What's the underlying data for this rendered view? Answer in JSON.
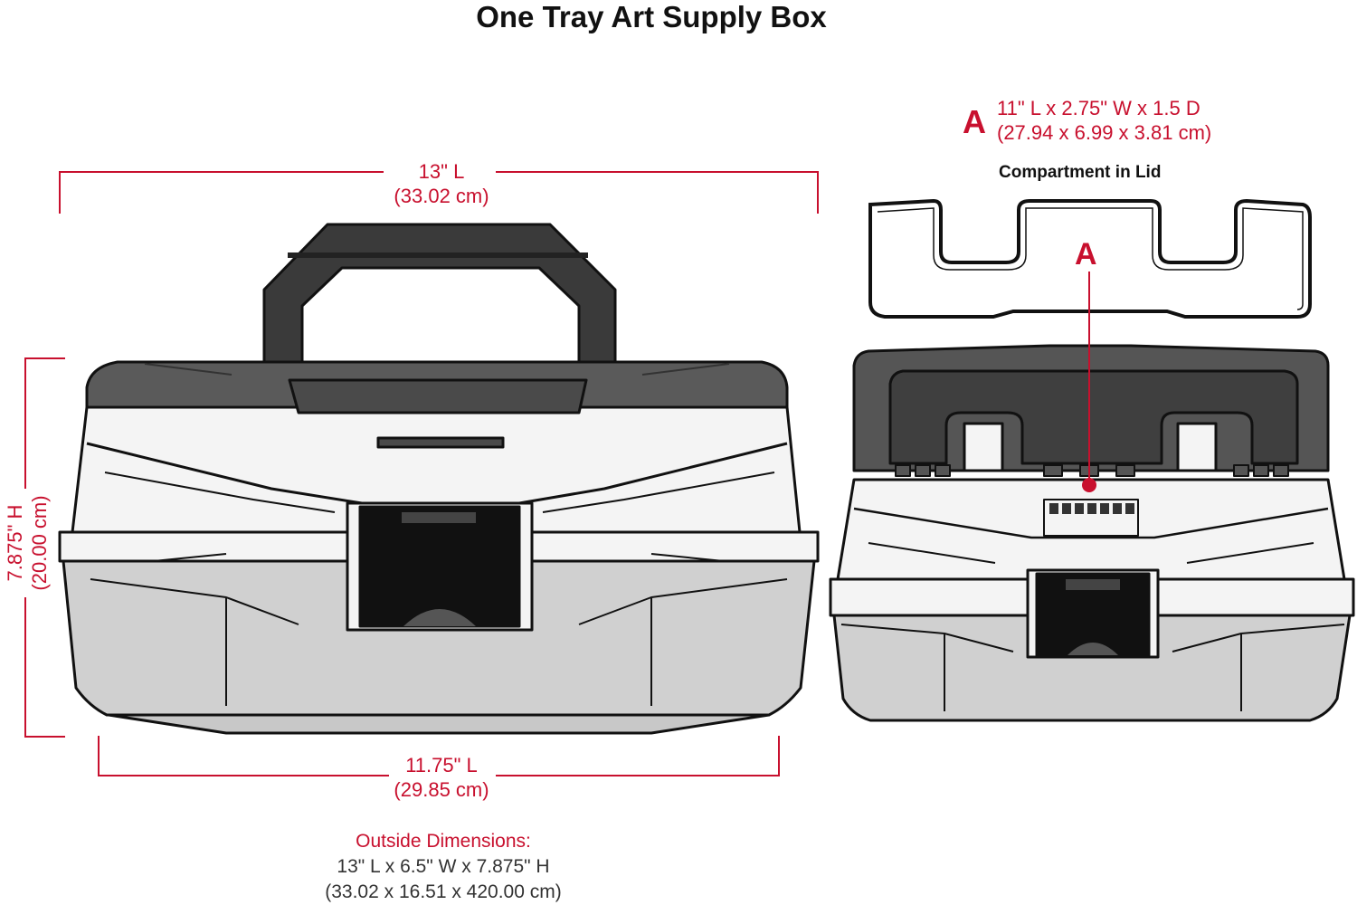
{
  "title": "One Tray Art Supply Box",
  "dimensions": {
    "top_length": {
      "line1": "13\" L",
      "line2": "(33.02 cm)"
    },
    "height": {
      "line1": "7.875\" H",
      "line2": "(20.00 cm)"
    },
    "bottom_length": {
      "line1": "11.75\" L",
      "line2": "(29.85 cm)"
    }
  },
  "compartment": {
    "marker": "A",
    "spec_line1": "11\" L x 2.75\" W x 1.5 D",
    "spec_line2": "(27.94 x 6.99 x 3.81 cm)",
    "label": "Compartment in Lid",
    "callout_marker": "A"
  },
  "outside": {
    "line1": "Outside Dimensions:",
    "line2": "13\" L x 6.5\" W x 7.875\" H",
    "line3": "(33.02 x 16.51 x 420.00 cm)"
  },
  "colors": {
    "accent_red": "#c8102e",
    "handle": "#3a3a3a",
    "lid_dark": "#555555",
    "body_light": "#d0d0d0",
    "white_band": "#f4f4f4"
  }
}
